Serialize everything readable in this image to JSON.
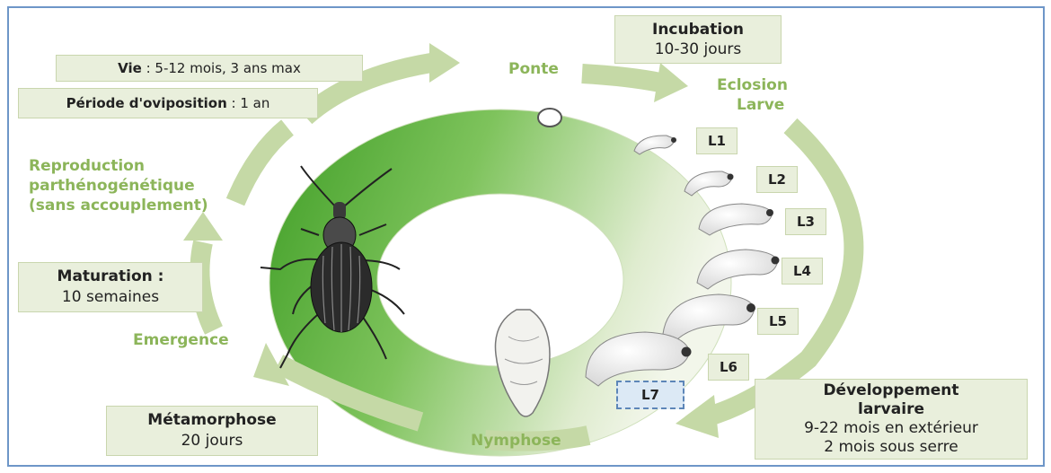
{
  "boxes": {
    "vie_label": "Vie",
    "vie_value": " : 5-12 mois, 3 ans max",
    "oviposition_label": "Période d'oviposition",
    "oviposition_value": " : 1 an",
    "incubation_label": "Incubation",
    "incubation_value": "10-30 jours",
    "maturation_label": "Maturation :",
    "maturation_value": "10 semaines",
    "metamorphose_label": "Métamorphose",
    "metamorphose_value": "20 jours",
    "developpement_label_1": "Développement",
    "developpement_label_2": "larvaire",
    "developpement_value_1": "9-22 mois en extérieur",
    "developpement_value_2": "2 mois sous serre"
  },
  "stages": {
    "ponte": "Ponte",
    "eclosion": "Eclosion",
    "larve": "Larve",
    "reproduction_1": "Reproduction",
    "reproduction_2": "parthénogénétique",
    "reproduction_3": "(sans accouplement)",
    "emergence": "Emergence",
    "nymphose": "Nymphose"
  },
  "instars": [
    "L1",
    "L2",
    "L3",
    "L4",
    "L5",
    "L6",
    "L7"
  ],
  "colors": {
    "ring_dark": "#4fa832",
    "ring_light": "#e8f0df",
    "arrow": "#c5d9a6",
    "label_green": "#8cb55a",
    "box_fill": "#e9efdc",
    "border_blue": "#6e96c8"
  }
}
